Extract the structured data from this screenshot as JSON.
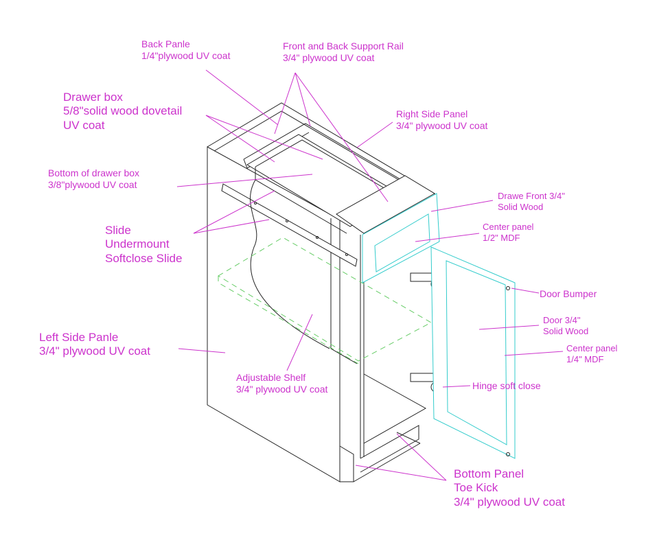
{
  "colors": {
    "background": "#ffffff",
    "line": "#222222",
    "label": "#cc33cc",
    "cyan_panel": "#33cccc",
    "shelf_dashed": "#66cc66"
  },
  "labels": {
    "back_panel": {
      "line1": "Back Panle",
      "line2": "1/4\"plywood UV coat"
    },
    "support_rail": {
      "line1": "Front and Back Support Rail",
      "line2": "3/4\" plywood UV coat"
    },
    "drawer_box": {
      "line1": "Drawer box",
      "line2": "5/8\"solid wood dovetail",
      "line3": "UV coat"
    },
    "right_side_panel": {
      "line1": "Right Side Panel",
      "line2": "3/4\" plywood UV coat"
    },
    "drawer_bottom": {
      "line1": "Bottom of drawer box",
      "line2": "3/8\"plywood UV coat"
    },
    "drawer_front": {
      "line1": "Drawe Front 3/4\"",
      "line2": "Solid Wood"
    },
    "drawer_center_panel": {
      "line1": "Center panel",
      "line2": "1/2\" MDF"
    },
    "slide": {
      "line1": "Slide",
      "line2": "Undermount",
      "line3": "Softclose Slide"
    },
    "door_bumper": {
      "line1": "Door Bumper"
    },
    "door": {
      "line1": "Door 3/4\"",
      "line2": "Solid Wood"
    },
    "door_center_panel": {
      "line1": "Center panel",
      "line2": "1/4\" MDF"
    },
    "left_side_panel": {
      "line1": "Left Side Panle",
      "line2": "3/4\" plywood UV coat"
    },
    "adjustable_shelf": {
      "line1": "Adjustable Shelf",
      "line2": "3/4\" plywood UV coat"
    },
    "hinge": {
      "line1": "Hinge soft close"
    },
    "bottom_panel": {
      "line1": "Bottom Panel",
      "line2": "Toe Kick",
      "line3": "3/4\" plywood UV coat"
    }
  }
}
